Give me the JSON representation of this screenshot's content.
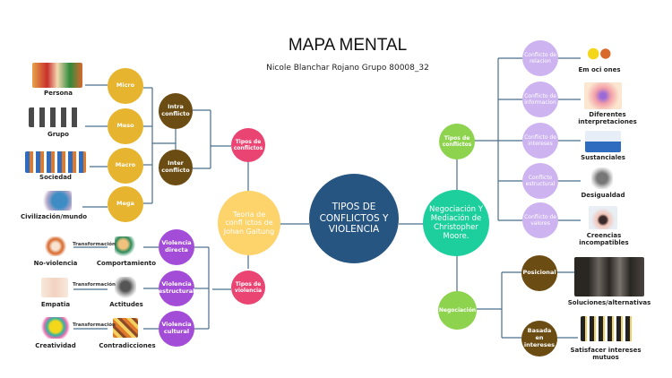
{
  "header": {
    "title": "MAPA MENTAL",
    "subtitle": "Nicole Blanchar Rojano Grupo 80008_32"
  },
  "colors": {
    "center": "#275582",
    "galtung": "#fdd36b",
    "pink": "#ea4473",
    "gold": "#e6b42e",
    "brown": "#6b4c12",
    "violet": "#a34cd8",
    "teal": "#1dcf9c",
    "green": "#8ed34e",
    "lavender": "#cdb3f0",
    "line": "#4a6d8c"
  },
  "center": {
    "label": "TIPOS DE CONFLICTOS Y VIOLENCIA"
  },
  "left": {
    "theory": {
      "label": "Teoria de confl ictos de Johan Galtung"
    },
    "conflict_types": {
      "label": "Tipos de conflictos",
      "sub": [
        {
          "label": "Intra conflicto"
        },
        {
          "label": "Inter conflicto"
        }
      ],
      "levels": [
        {
          "label": "Micro",
          "image_label": "Persona"
        },
        {
          "label": "Meso",
          "image_label": "Grupo"
        },
        {
          "label": "Macro",
          "image_label": "Sociedad"
        },
        {
          "label": "Mega",
          "image_label": "Civilización/mundo"
        }
      ]
    },
    "violence_types": {
      "label": "Tipos de violencia",
      "items": [
        {
          "label": "Violencia directa",
          "image_label": "Comportamiento",
          "transform_label": "Transformación",
          "result_label": "No-violencia"
        },
        {
          "label": "Violencia estructural",
          "image_label": "Actitudes",
          "transform_label": "Transformación",
          "result_label": "Empatia"
        },
        {
          "label": "Violencia cultural",
          "image_label": "Contradicciones",
          "transform_label": "Transformación",
          "result_label": "Creatividad"
        }
      ]
    }
  },
  "right": {
    "moore": {
      "label": "Negociación Y Mediación de Christopher Moore."
    },
    "conflict_types": {
      "label": "Tipos de conflictos",
      "items": [
        {
          "label": "Conflicto de relacion",
          "image_label": "Em oci ones"
        },
        {
          "label": "Conflicto de informacion",
          "image_label": "Diferentes interpretaciones"
        },
        {
          "label": "Conflicto de intereses",
          "image_label": "Sustanciales"
        },
        {
          "label": "Conflicto estructural",
          "image_label": "Desigualdad"
        },
        {
          "label": "Conflicto de valores",
          "image_label": "Creencias incompatibles"
        }
      ]
    },
    "negotiation": {
      "label": "Negociación",
      "items": [
        {
          "label": "Posicional",
          "image_label": "Soluciones/alternativas"
        },
        {
          "label": "Basada en intereses",
          "image_label": "Satisfacer intereses mutuos"
        }
      ]
    }
  }
}
